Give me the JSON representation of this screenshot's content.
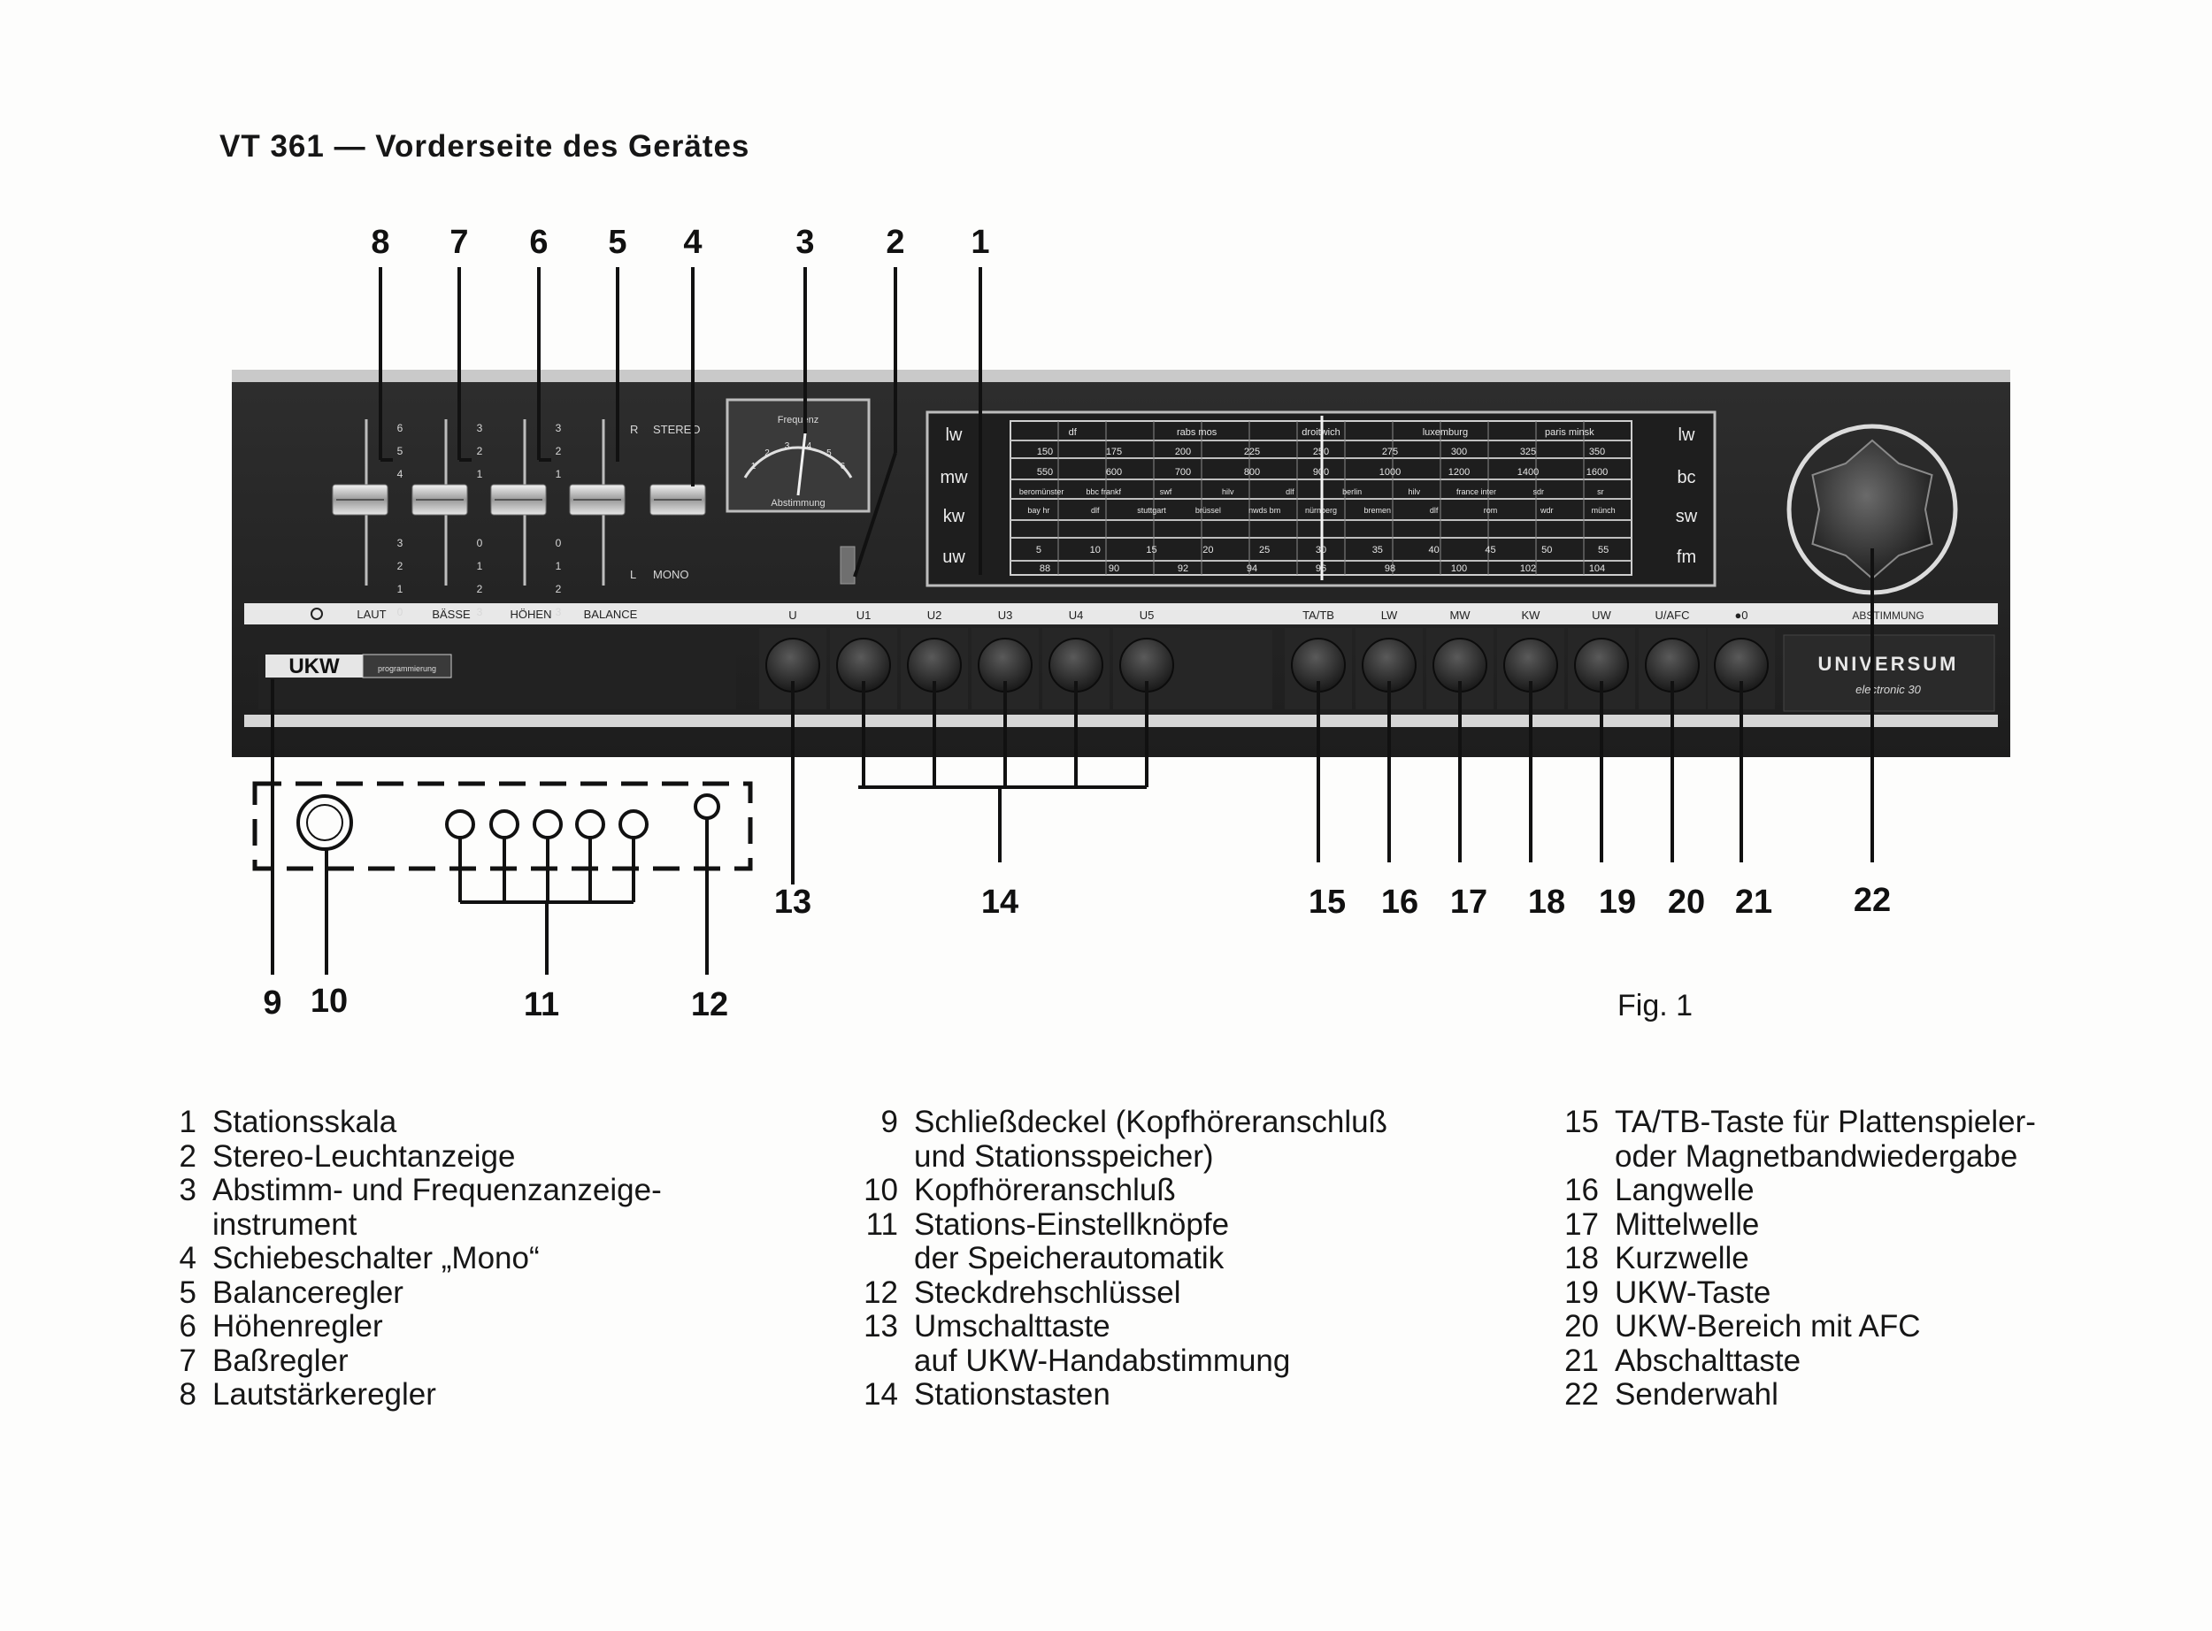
{
  "title": "VT 361 — Vorderseite des Gerätes",
  "figure_caption": "Fig. 1",
  "callouts": {
    "n1": "1",
    "n2": "2",
    "n3": "3",
    "n4": "4",
    "n5": "5",
    "n6": "6",
    "n7": "7",
    "n8": "8",
    "n9": "9",
    "n10": "10",
    "n11": "11",
    "n12": "12",
    "n13": "13",
    "n14": "14",
    "n15": "15",
    "n16": "16",
    "n17": "17",
    "n18": "18",
    "n19": "19",
    "n20": "20",
    "n21": "21",
    "n22": "22"
  },
  "device": {
    "slider_labels": [
      "LAUT",
      "BÄSSE",
      "HÖHEN",
      "BALANCE"
    ],
    "slider_scale": {
      "laut": [
        "6",
        "5",
        "4",
        "3",
        "2",
        "1",
        "0"
      ],
      "baesse": [
        "3",
        "2",
        "1",
        "0",
        "1",
        "2",
        "3"
      ],
      "hoehen": [
        "3",
        "2",
        "1",
        "0",
        "1",
        "2",
        "3"
      ]
    },
    "stereo_label": "STEREO",
    "mono_label": "MONO",
    "stereo_r": "R",
    "mono_l": "L",
    "meter": {
      "top_label": "Frequenz",
      "bottom_label": "Abstimmung",
      "scale": [
        "1",
        "2",
        "3",
        "4",
        "5",
        "6"
      ]
    },
    "dial": {
      "bands_left": [
        "lw",
        "mw",
        "kw",
        "uw"
      ],
      "bands_right": [
        "lw",
        "bc",
        "sw",
        "fm"
      ],
      "fm_scale": [
        "88",
        "90",
        "92",
        "94",
        "96",
        "98",
        "100",
        "102",
        "104"
      ],
      "sw_scale": [
        "5",
        "10",
        "15",
        "20",
        "25",
        "30",
        "35",
        "40",
        "45",
        "50",
        "55"
      ],
      "lw_scale": [
        "150",
        "175",
        "200",
        "225",
        "250",
        "275",
        "300",
        "325",
        "350"
      ],
      "mw_scale": [
        "550",
        "600",
        "700",
        "800",
        "900",
        "1000",
        "1200",
        "1400",
        "1600"
      ],
      "stations_lw": [
        "df",
        "rabs  mos",
        "droitwich",
        "luxemburg",
        "paris  minsk"
      ],
      "stations_mw": [
        "beromünster",
        "bbc  frankf",
        "swf",
        "hilv",
        "dlf",
        "berlin",
        "hilv",
        "france  inter",
        "sdr",
        "sr"
      ],
      "stations_mw2": [
        "bay  hr",
        "dlf",
        "stuttgart",
        "brüssel",
        "nwds  bm",
        "nürnberg",
        "bremen",
        "dlf",
        "rom",
        "wdr",
        "münch"
      ]
    },
    "preset_labels": [
      "U",
      "U1",
      "U2",
      "U3",
      "U4",
      "U5"
    ],
    "band_labels": [
      "TA/TB",
      "LW",
      "MW",
      "KW",
      "UW",
      "U/AFC",
      "●0"
    ],
    "abstimmung_label": "ABSTIMMUNG",
    "ukw_badge": "UKW",
    "ukw_badge_sub": "programmierung",
    "brand": "UNIVERSUM",
    "brand_sub": "electronic 30"
  },
  "legend_columns": [
    [
      {
        "num": "1",
        "text": "Stationsskala"
      },
      {
        "num": "2",
        "text": "Stereo-Leuchtanzeige"
      },
      {
        "num": "3",
        "text": "Abstimm- und Frequenzanzeige-"
      },
      {
        "num": "",
        "text": "instrument"
      },
      {
        "num": "4",
        "text": "Schiebeschalter „Mono“"
      },
      {
        "num": "5",
        "text": "Balanceregler"
      },
      {
        "num": "6",
        "text": "Höhenregler"
      },
      {
        "num": "7",
        "text": "Baßregler"
      },
      {
        "num": "8",
        "text": "Lautstärkeregler"
      }
    ],
    [
      {
        "num": "9",
        "text": "Schließdeckel (Kopfhöreranschluß"
      },
      {
        "num": "",
        "text": "und Stationsspeicher)"
      },
      {
        "num": "10",
        "text": "Kopfhöreranschluß"
      },
      {
        "num": "11",
        "text": "Stations-Einstellknöpfe"
      },
      {
        "num": "",
        "text": "der Speicherautomatik"
      },
      {
        "num": "12",
        "text": "Steckdrehschlüssel"
      },
      {
        "num": "13",
        "text": "Umschalttaste"
      },
      {
        "num": "",
        "text": "auf UKW-Handabstimmung"
      },
      {
        "num": "14",
        "text": "Stationstasten"
      }
    ],
    [
      {
        "num": "15",
        "text": "TA/TB-Taste für Plattenspieler-"
      },
      {
        "num": "",
        "text": "oder Magnetbandwiedergabe"
      },
      {
        "num": "16",
        "text": "Langwelle"
      },
      {
        "num": "17",
        "text": "Mittelwelle"
      },
      {
        "num": "18",
        "text": "Kurzwelle"
      },
      {
        "num": "19",
        "text": "UKW-Taste"
      },
      {
        "num": "20",
        "text": "UKW-Bereich mit AFC"
      },
      {
        "num": "21",
        "text": "Abschalttaste"
      },
      {
        "num": "22",
        "text": "Senderwahl"
      }
    ]
  ]
}
